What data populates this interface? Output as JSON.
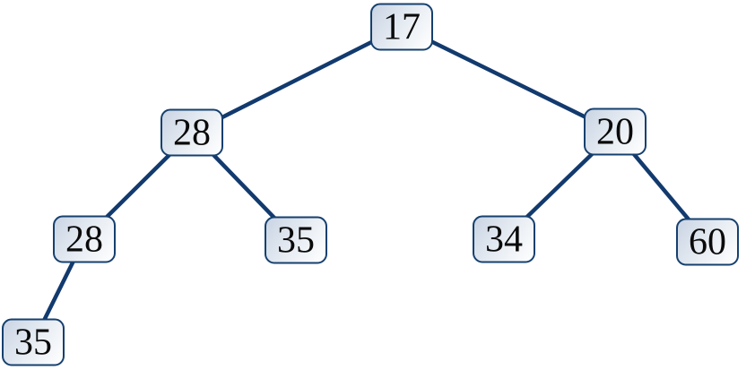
{
  "diagram": {
    "type": "binary-tree",
    "nodes": [
      {
        "id": "root",
        "value": "17"
      },
      {
        "id": "root-left",
        "value": "28"
      },
      {
        "id": "root-right",
        "value": "20"
      },
      {
        "id": "root-left-left",
        "value": "28"
      },
      {
        "id": "root-left-right",
        "value": "35"
      },
      {
        "id": "root-right-left",
        "value": "34"
      },
      {
        "id": "root-right-right",
        "value": "60"
      },
      {
        "id": "root-left-left-left",
        "value": "35"
      }
    ],
    "edges": [
      {
        "from": "root",
        "to": "root-left"
      },
      {
        "from": "root",
        "to": "root-right"
      },
      {
        "from": "root-left",
        "to": "root-left-left"
      },
      {
        "from": "root-left",
        "to": "root-left-right"
      },
      {
        "from": "root-right",
        "to": "root-right-left"
      },
      {
        "from": "root-right",
        "to": "root-right-right"
      },
      {
        "from": "root-left-left",
        "to": "root-left-left-left"
      }
    ]
  },
  "colors": {
    "edge_color": "#123a6e",
    "node_border": "#16406f",
    "node_fill_dark": "#c9d4e3",
    "node_fill_light": "#ffffff",
    "text_color": "#0a0a0a",
    "bg_color": "#ffffff"
  }
}
